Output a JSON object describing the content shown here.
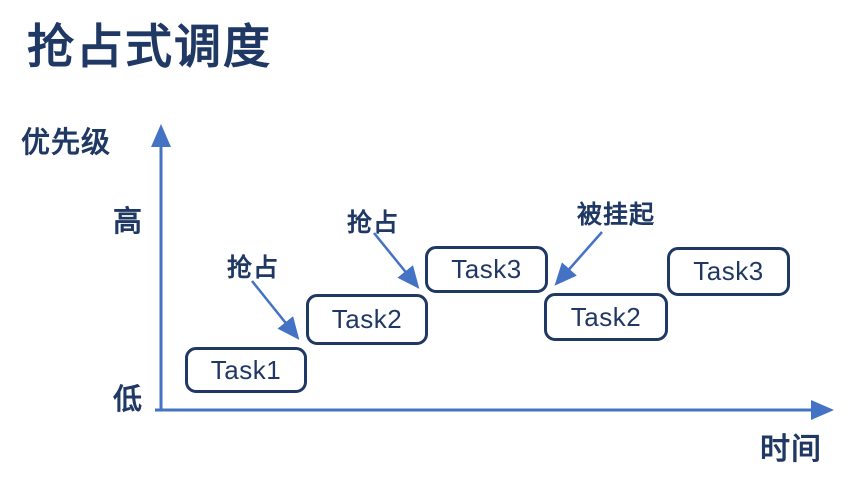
{
  "title": "抢占式调度",
  "axes": {
    "y_label": "优先级",
    "high_label": "高",
    "low_label": "低",
    "x_label": "时间"
  },
  "annotations": [
    {
      "label": "抢占",
      "target": "Task2 preempts Task1"
    },
    {
      "label": "抢占",
      "target": "Task3 preempts Task2"
    },
    {
      "label": "被挂起",
      "target": "Task3 suspended, Task2 resumes"
    }
  ],
  "tasks": [
    {
      "label": "Task1",
      "priority": "low"
    },
    {
      "label": "Task2",
      "priority": "mid"
    },
    {
      "label": "Task3",
      "priority": "high"
    },
    {
      "label": "Task2",
      "priority": "mid"
    },
    {
      "label": "Task3",
      "priority": "high"
    }
  ],
  "colors": {
    "text_navy": "#1F3864",
    "arrow_blue": "#4472C4",
    "box_fill": "#FFFFFF"
  }
}
